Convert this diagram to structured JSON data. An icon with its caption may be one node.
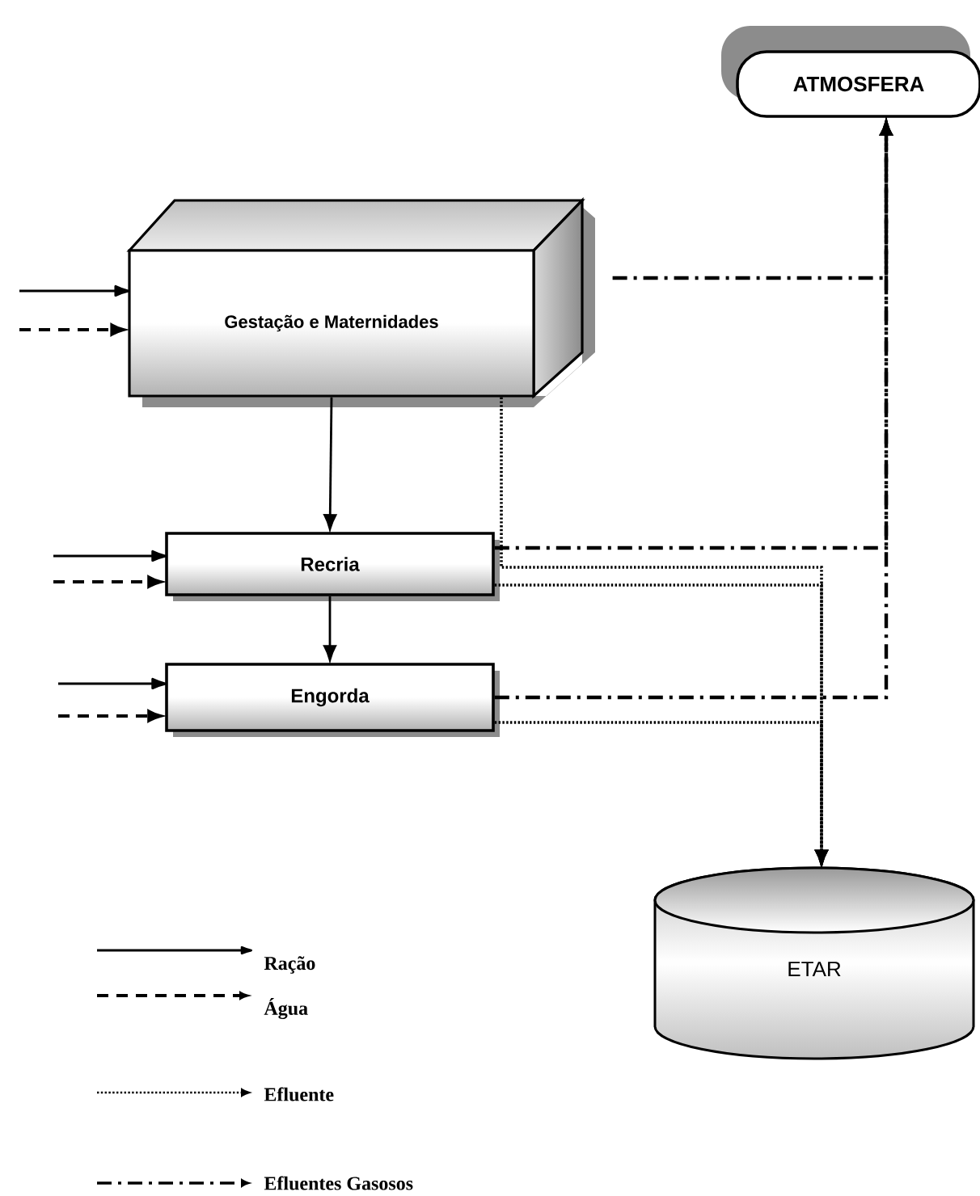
{
  "diagram": {
    "nodes": [
      {
        "text": [
          "Gestação e Maternidades"
        ]
      },
      {
        "text": [
          "ATMOSFERA"
        ]
      },
      {
        "text": [
          "Recria"
        ]
      },
      {
        "text": [
          "Engorda"
        ]
      },
      {
        "text": [
          "ETAR"
        ]
      }
    ],
    "edges": [
      {
        "from": null,
        "to": 0,
        "arrow": "to"
      },
      {
        "from": null,
        "to": 0,
        "arrow": "to",
        "style": "dashed"
      },
      {
        "from": null,
        "to": 2,
        "arrow": "to"
      },
      {
        "from": null,
        "to": 2,
        "arrow": "to",
        "style": "dashed"
      },
      {
        "from": null,
        "to": 3,
        "arrow": "to"
      },
      {
        "from": null,
        "to": 3,
        "arrow": "to",
        "style": "dashed"
      },
      {
        "from": 0,
        "to": 2,
        "arrow": "to"
      },
      {
        "from": 2,
        "to": 3,
        "arrow": "to"
      },
      {
        "from": 0,
        "to": 1,
        "arrow": "to",
        "style": "dashed"
      },
      {
        "from": 2,
        "to": 1,
        "arrow": "to",
        "style": "dashed"
      },
      {
        "from": 3,
        "to": 1,
        "arrow": "to",
        "style": "dashed"
      },
      {
        "from": 0,
        "to": 4,
        "arrow": "to",
        "style": "dashed"
      },
      {
        "from": 2,
        "to": 4,
        "arrow": "to",
        "style": "dashed"
      },
      {
        "from": 3,
        "to": 4,
        "arrow": "to",
        "style": "dashed"
      }
    ],
    "legend": [
      {
        "text": "Ração"
      },
      {
        "text": "Água"
      },
      {
        "text": "Efluente"
      },
      {
        "text": "Efluentes Gasosos"
      }
    ]
  }
}
